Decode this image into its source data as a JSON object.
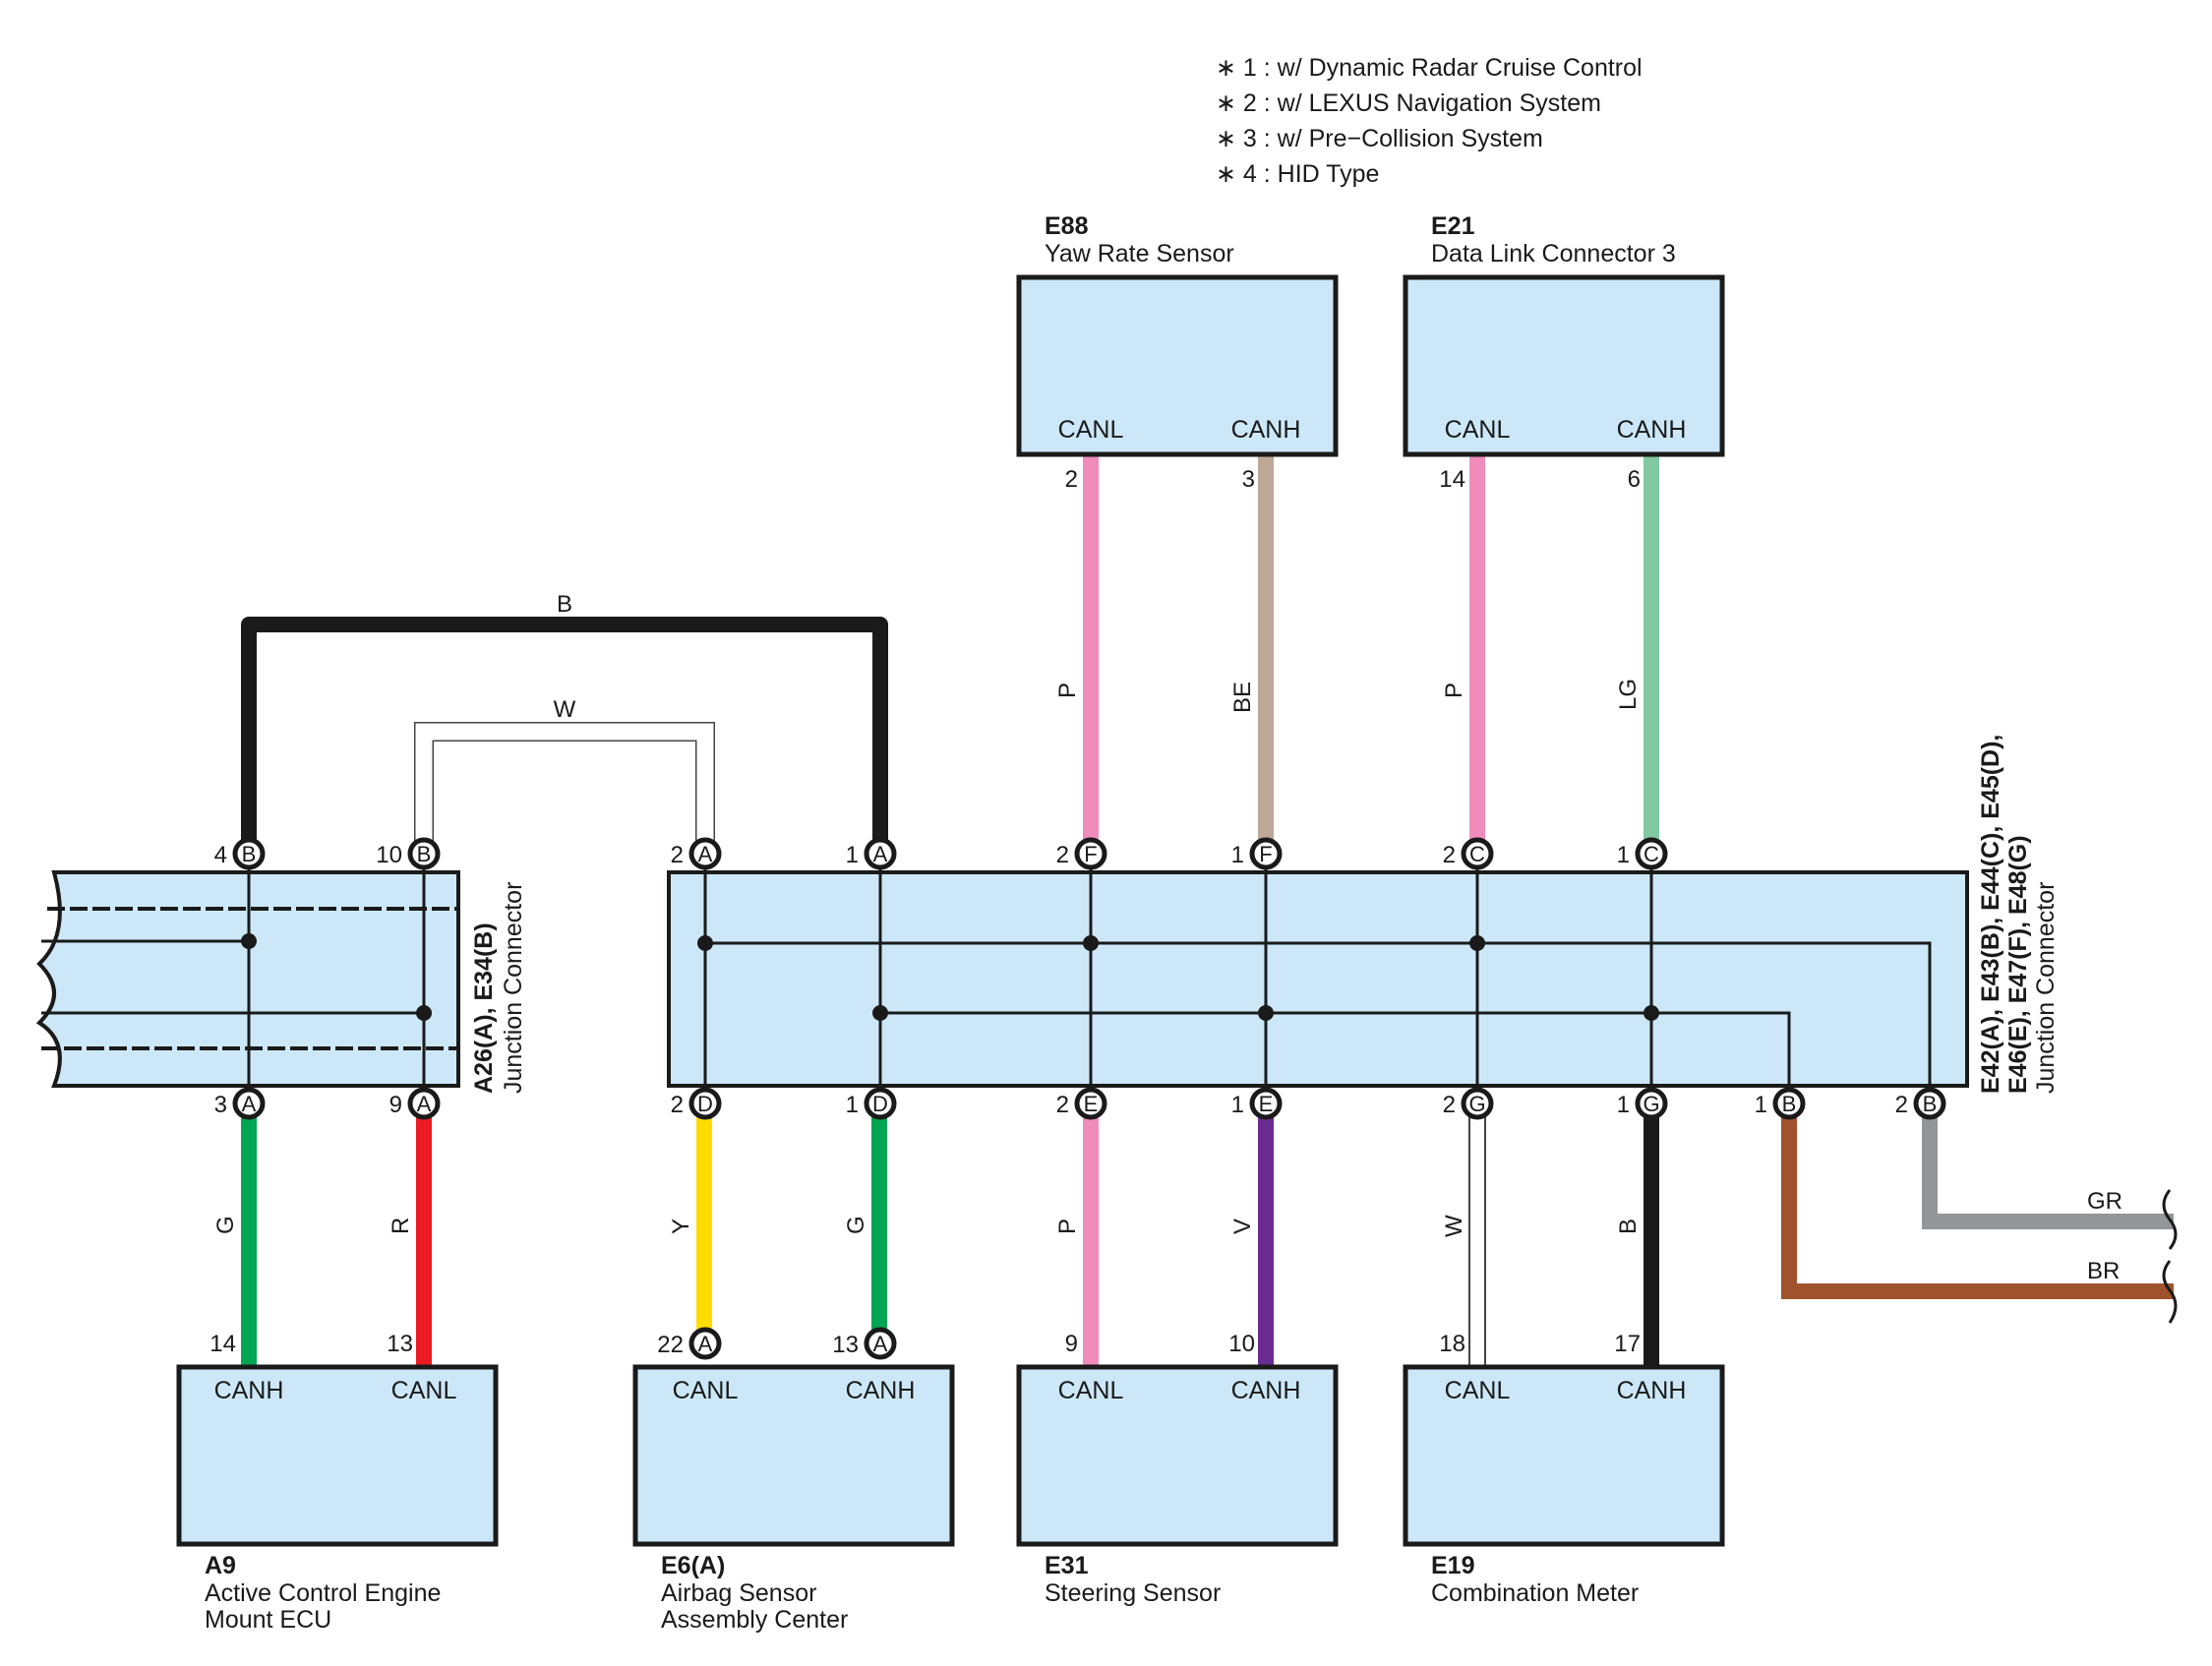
{
  "notes": [
    "∗ 1 : w/ Dynamic Radar Cruise Control",
    "∗ 2 : w/ LEXUS Navigation System",
    "∗ 3 : w/ Pre−Collision System",
    "∗ 4 : HID Type"
  ],
  "components": {
    "e88": {
      "code": "E88",
      "name": "Yaw Rate Sensor",
      "term_left": "CANL",
      "term_right": "CANH"
    },
    "e21": {
      "code": "E21",
      "name": "Data Link Connector 3",
      "term_left": "CANL",
      "term_right": "CANH"
    },
    "a9": {
      "code": "A9",
      "name_line1": "Active Control Engine",
      "name_line2": "Mount ECU",
      "term_left": "CANH",
      "term_right": "CANL"
    },
    "e6": {
      "code": "E6(A)",
      "name_line1": "Airbag Sensor",
      "name_line2": "Assembly Center",
      "term_left": "CANL",
      "term_right": "CANH"
    },
    "e31": {
      "code": "E31",
      "name": "Steering Sensor",
      "term_left": "CANL",
      "term_right": "CANH"
    },
    "e19": {
      "code": "E19",
      "name": "Combination Meter",
      "term_left": "CANL",
      "term_right": "CANH"
    }
  },
  "junctions": {
    "left": {
      "code": "A26(A), E34(B)",
      "name": "Junction Connector"
    },
    "main": {
      "code_line1": "E42(A), E43(B), E44(C), E45(D),",
      "code_line2": "E46(E), E47(F), E48(G)",
      "name": "Junction Connector"
    }
  },
  "pins": {
    "j1_top_b4": {
      "num": "4",
      "letter": "B"
    },
    "j1_top_b10": {
      "num": "10",
      "letter": "B"
    },
    "j1_bot_a3": {
      "num": "3",
      "letter": "A"
    },
    "j1_bot_a9": {
      "num": "9",
      "letter": "A"
    },
    "j2_top_a2": {
      "num": "2",
      "letter": "A"
    },
    "j2_top_a1": {
      "num": "1",
      "letter": "A"
    },
    "j2_top_f2": {
      "num": "2",
      "letter": "F"
    },
    "j2_top_f1": {
      "num": "1",
      "letter": "F"
    },
    "j2_top_c2": {
      "num": "2",
      "letter": "C"
    },
    "j2_top_c1": {
      "num": "1",
      "letter": "C"
    },
    "j2_bot_d2": {
      "num": "2",
      "letter": "D"
    },
    "j2_bot_d1": {
      "num": "1",
      "letter": "D"
    },
    "j2_bot_e2": {
      "num": "2",
      "letter": "E"
    },
    "j2_bot_e1": {
      "num": "1",
      "letter": "E"
    },
    "j2_bot_g2": {
      "num": "2",
      "letter": "G"
    },
    "j2_bot_g1": {
      "num": "1",
      "letter": "G"
    },
    "j2_bot_b1": {
      "num": "1",
      "letter": "B"
    },
    "j2_bot_b2": {
      "num": "2",
      "letter": "B"
    },
    "a9_14": {
      "num": "14"
    },
    "a9_13": {
      "num": "13"
    },
    "e6_22": {
      "num": "22",
      "letter": "A"
    },
    "e6_13": {
      "num": "13",
      "letter": "A"
    },
    "e31_9": {
      "num": "9"
    },
    "e31_10": {
      "num": "10"
    },
    "e19_18": {
      "num": "18"
    },
    "e19_17": {
      "num": "17"
    },
    "e88_2": {
      "num": "2"
    },
    "e88_3": {
      "num": "3"
    },
    "e21_14": {
      "num": "14"
    },
    "e21_6": {
      "num": "6"
    }
  },
  "wires": {
    "top_b": {
      "code": "B",
      "color": "#1a1a1a"
    },
    "top_w": {
      "code": "W",
      "color": "#ffffff"
    },
    "e88_canl": {
      "code": "P",
      "color": "#f08cbc"
    },
    "e88_canh": {
      "code": "BE",
      "color": "#bfa898"
    },
    "e21_canl": {
      "code": "P",
      "color": "#f08cbc"
    },
    "e21_canh": {
      "code": "LG",
      "color": "#80c8a0"
    },
    "a9_canh": {
      "code": "G",
      "color": "#00a651"
    },
    "a9_canl": {
      "code": "R",
      "color": "#ed1c24"
    },
    "e6_canl": {
      "code": "Y",
      "color": "#ffdd00"
    },
    "e6_canh": {
      "code": "G",
      "color": "#00a651"
    },
    "e31_canl": {
      "code": "P",
      "color": "#f08cbc"
    },
    "e31_canh": {
      "code": "V",
      "color": "#6a2c91"
    },
    "e19_canl": {
      "code": "W",
      "color": "#ffffff"
    },
    "e19_canh": {
      "code": "B",
      "color": "#1a1a1a"
    },
    "gr": {
      "code": "GR",
      "color": "#939598"
    },
    "br": {
      "code": "BR",
      "color": "#a0522d"
    }
  },
  "colors": {
    "box_fill": "#cce8f8",
    "outline": "#1a1a1a"
  }
}
